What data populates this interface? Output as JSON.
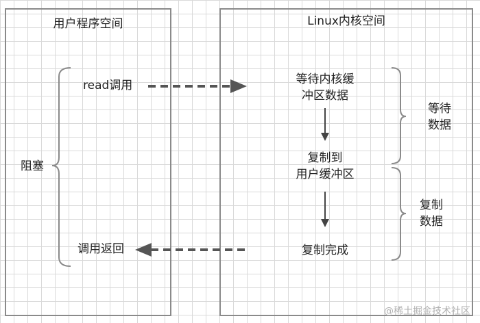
{
  "user_space": {
    "title": "用户程序空间",
    "block_label": "阻塞",
    "read_call": "read调用",
    "call_return": "调用返回"
  },
  "kernel_space": {
    "title": "Linux内核空间",
    "wait_kernel_line1": "等待内核缓",
    "wait_kernel_line2": "冲区数据",
    "copy_to_line1": "复制到",
    "copy_to_line2": "用户缓冲区",
    "copy_done": "复制完成",
    "wait_data_line1": "等待",
    "wait_data_line2": "数据",
    "copy_data_line1": "复制",
    "copy_data_line2": "数据"
  },
  "watermark": "@稀土掘金技术社区",
  "colors": {
    "border": "#8a8a8a",
    "arrow": "#555555",
    "grid": "#d9d9d9"
  }
}
